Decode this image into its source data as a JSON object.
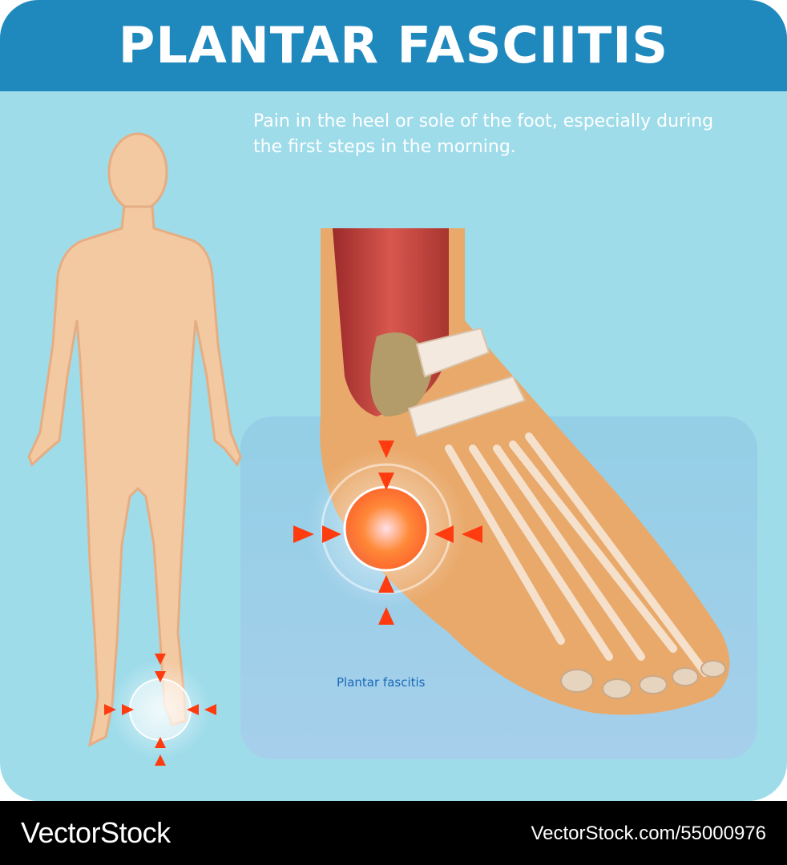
{
  "header": {
    "title": "PLANTAR FASCIITIS"
  },
  "description": "Pain in the heel or sole of the foot, especially during the first steps in the morning.",
  "foot_panel": {
    "label": "Plantar fascitis"
  },
  "footer": {
    "brand": "VectorStock",
    "stock_id": "VectorStock.com/55000976"
  },
  "colors": {
    "header": "#1f89bd",
    "background": "#9fdcea",
    "skin": "#f3c9a1",
    "muscle": "#c9463f",
    "inflammation": "#ff6a1a",
    "arrow": "#ff3b10"
  },
  "icons": [
    "human-body-figure",
    "foot-anatomy",
    "pain-arrow"
  ]
}
